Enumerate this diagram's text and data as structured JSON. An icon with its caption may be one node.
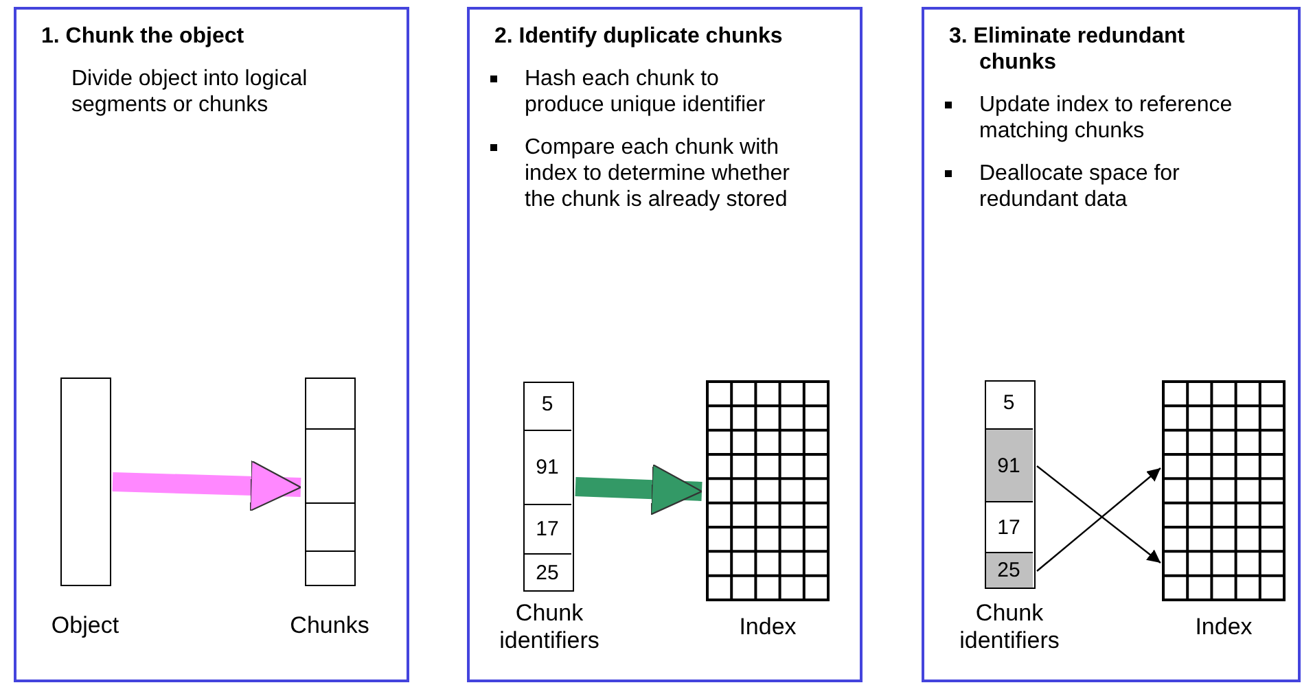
{
  "diagram": {
    "nodes": [
      {
        "text": [
          "1. Chunk the object",
          "Divide object into logical segments or chunks"
        ]
      },
      {
        "text": [],
        "shape": "box",
        "in": 0,
        "beside": [
          "Object"
        ]
      },
      {
        "text": [],
        "shape": "stack",
        "in": 0,
        "beside": [
          "Chunks"
        ]
      },
      {
        "text": [
          "2. Identify duplicate chunks",
          "Hash each chunk to produce unique identifier",
          "Compare each chunk with index to determine whether the chunk is already stored"
        ]
      },
      {
        "text": [],
        "shape": "box",
        "in": 3,
        "beside": [
          "Chunk identifiers"
        ]
      },
      {
        "text": [
          "5"
        ],
        "in": 4
      },
      {
        "text": [
          "91"
        ],
        "in": 4
      },
      {
        "text": [
          "17"
        ],
        "in": 4
      },
      {
        "text": [
          "25"
        ],
        "in": 4
      },
      {
        "text": [],
        "shape": "grid",
        "in": 3,
        "beside": [
          "Index"
        ]
      },
      {
        "text": [
          "3. Eliminate redundant chunks",
          "Update index to reference matching chunks",
          "Deallocate space for redundant data"
        ]
      },
      {
        "text": [],
        "shape": "box",
        "in": 10,
        "beside": [
          "Chunk identifiers"
        ]
      },
      {
        "text": [
          "5"
        ],
        "in": 11
      },
      {
        "text": [
          "91"
        ],
        "in": 11
      },
      {
        "text": [
          "17"
        ],
        "in": 11
      },
      {
        "text": [
          "25"
        ],
        "in": 11
      },
      {
        "text": [],
        "shape": "grid",
        "in": 10,
        "beside": [
          "Index"
        ]
      }
    ],
    "edges": [
      {
        "from": 1,
        "to": 2,
        "arrow": "to",
        "style": "thick",
        "color": "#ff88ff"
      },
      {
        "from": 4,
        "to": 9,
        "arrow": "to",
        "style": "thick",
        "color": "#339966"
      },
      {
        "from": 13,
        "to": 16,
        "arrow": "to"
      },
      {
        "from": 15,
        "to": 16,
        "arrow": "to"
      }
    ]
  }
}
